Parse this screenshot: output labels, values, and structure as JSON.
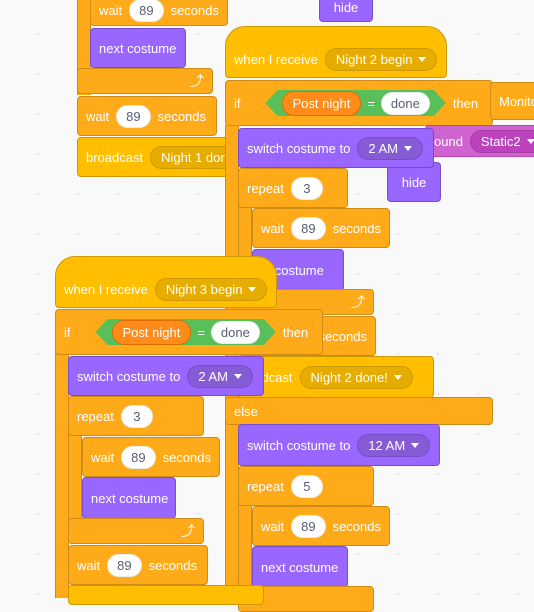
{
  "script_left_top": {
    "wait1_label": "wait",
    "wait1_value": "89",
    "wait1_unit": "seconds",
    "next_costume": "next costume",
    "repeat_arrow": "⤴",
    "wait2_label": "wait",
    "wait2_value": "89",
    "wait2_unit": "seconds",
    "broadcast_label": "broadcast",
    "broadcast_value": "Night 1 don",
    "hide_label": "hide"
  },
  "script_night2": {
    "hat_label": "when I receive",
    "hat_value": "Night 2 begin",
    "if_label": "if",
    "cond_var": "Post night",
    "cond_eq": "=",
    "cond_val": "done",
    "then_label": "then",
    "monitor_label": "Monito",
    "sound_label": "ound",
    "sound_value": "Static2",
    "hide_label": "hide",
    "switch1_label": "switch costume to",
    "switch1_value": "2 AM",
    "repeat1_label": "repeat",
    "repeat1_value": "3",
    "wait1_label": "wait",
    "wait1_value": "89",
    "wait1_unit": "seconds",
    "next1_label": "xt costume",
    "wait2_unit": "seconds",
    "broadcast_label": "oadcast",
    "broadcast_value": "Night 2 done!",
    "else_label": "else",
    "switch2_label": "switch costume to",
    "switch2_value": "12 AM",
    "repeat2_label": "repeat",
    "repeat2_value": "5",
    "wait3_label": "wait",
    "wait3_value": "89",
    "wait3_unit": "seconds",
    "next2_label": "next costume"
  },
  "script_night3": {
    "hat_label": "when I receive",
    "hat_value": "Night 3 begin",
    "if_label": "if",
    "cond_var": "Post night",
    "cond_eq": "=",
    "cond_val": "done",
    "then_label": "then",
    "switch_label": "switch costume to",
    "switch_value": "2 AM",
    "repeat_label": "repeat",
    "repeat_value": "3",
    "wait1_label": "wait",
    "wait1_value": "89",
    "wait1_unit": "seconds",
    "next_label": "next costume",
    "wait2_label": "wait",
    "wait2_value": "89",
    "wait2_unit": "seconds"
  },
  "colors": {
    "events": "#ffbf00",
    "control": "#ffab19",
    "looks": "#9966ff",
    "sound": "#cf63cf",
    "operators": "#59c059",
    "variables": "#ff8c1a"
  }
}
